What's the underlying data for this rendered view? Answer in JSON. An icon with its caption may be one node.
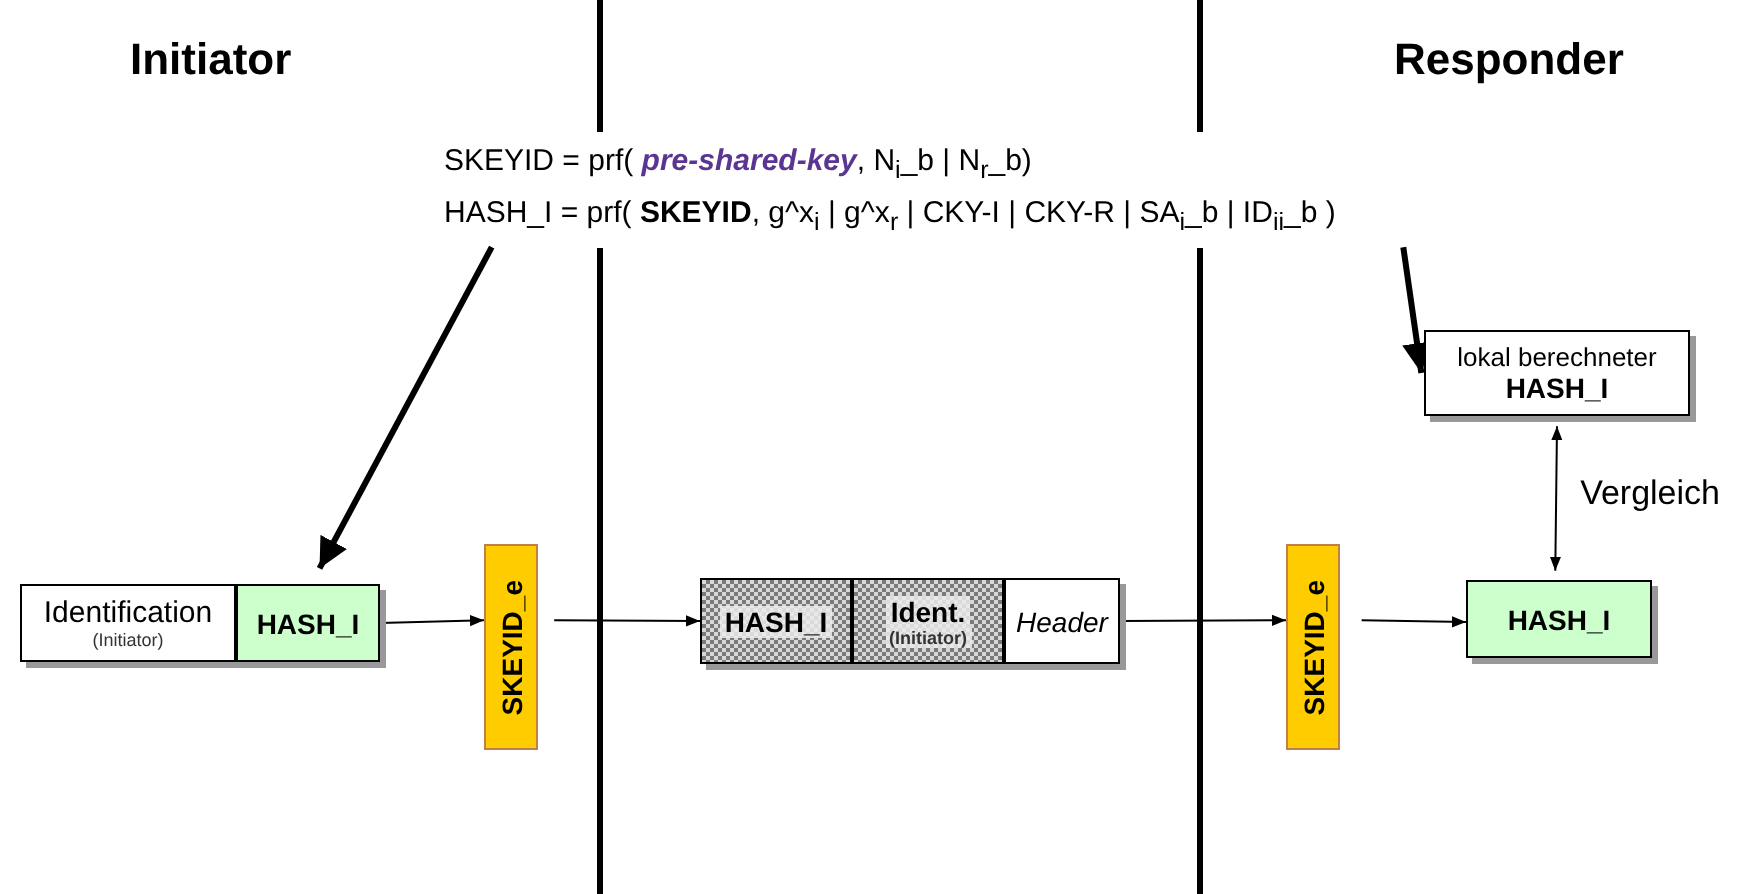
{
  "diagram": {
    "nodes": [
      {
        "text": [
          "SKEYID = prf( **pre-shared-key**, N$_{i}$_b | N$_{r}$_b)",
          "HASH_I = prf( **SKEYID**, g^x$_{i}$ | g^x$_{r}$ | CKY-I | CKY-R | SA$_{i}$_b | ID$_{ii}$_b )"
        ]
      },
      {
        "text": [
          "Identification",
          "(Initiator)"
        ]
      },
      {
        "text": [
          "HASH_I"
        ]
      },
      {
        "text": [
          "SKEYID_e"
        ]
      },
      {
        "text": [
          "HASH_I"
        ]
      },
      {
        "text": [
          "Ident.",
          "(Initiator)"
        ]
      },
      {
        "text": [
          "Header"
        ]
      },
      {
        "text": [
          "SKEYID_e"
        ]
      },
      {
        "text": [
          "HASH_I"
        ]
      },
      {
        "text": [
          "lokal berechneter",
          "HASH_I"
        ]
      }
    ],
    "edges": [
      {
        "from": 0,
        "to": 2,
        "arrow": "to",
        "style": "thick"
      },
      {
        "from": 2,
        "to": 3,
        "arrow": "to"
      },
      {
        "from": 3,
        "to": 4,
        "arrow": "to"
      },
      {
        "from": 6,
        "to": 7,
        "arrow": "to"
      },
      {
        "from": 7,
        "to": 8,
        "arrow": "to"
      },
      {
        "from": 0,
        "to": 9,
        "arrow": "to",
        "style": "thick"
      },
      {
        "from": 9,
        "to": 8,
        "arrow": "both",
        "label": "Vergleich"
      }
    ],
    "labels": [
      "Initiator",
      "Responder"
    ]
  }
}
